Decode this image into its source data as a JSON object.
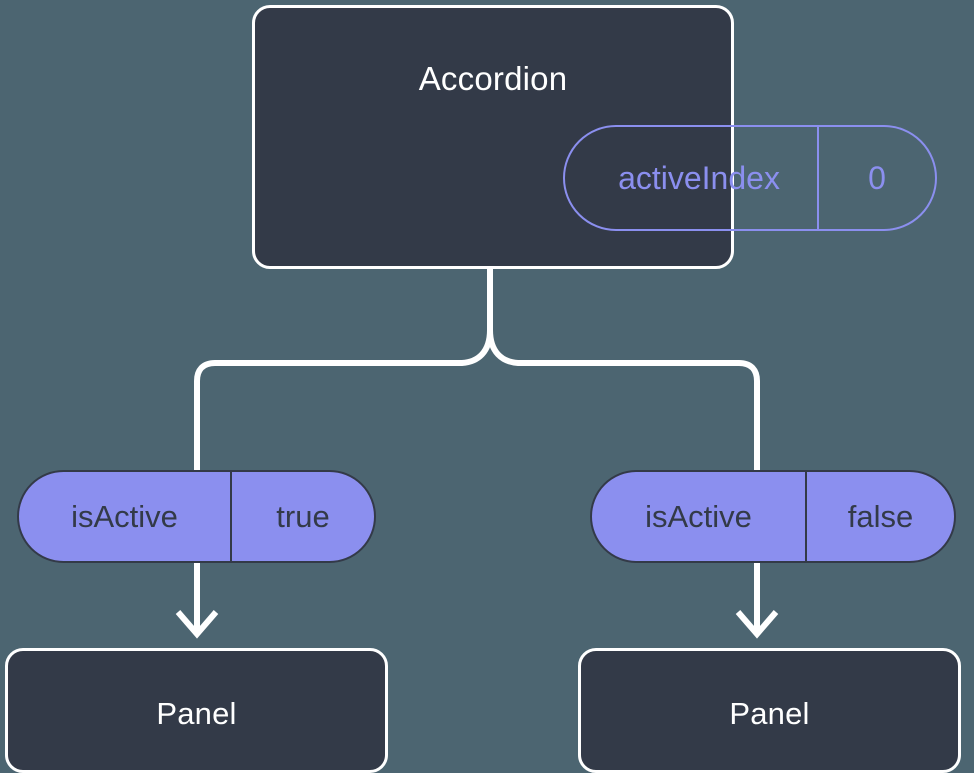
{
  "diagram": {
    "type": "component-state-tree",
    "background_color": "#4c6571",
    "node_fill_color": "#333a48",
    "node_border_color": "#ffffff",
    "accent_color": "#8b8fef",
    "connector_color": "#ffffff"
  },
  "root": {
    "title": "Accordion",
    "prop": {
      "key": "activeIndex",
      "value": "0"
    }
  },
  "branches": [
    {
      "state": {
        "key": "isActive",
        "value": "true"
      },
      "child": {
        "title": "Panel"
      }
    },
    {
      "state": {
        "key": "isActive",
        "value": "false"
      },
      "child": {
        "title": "Panel"
      }
    }
  ]
}
